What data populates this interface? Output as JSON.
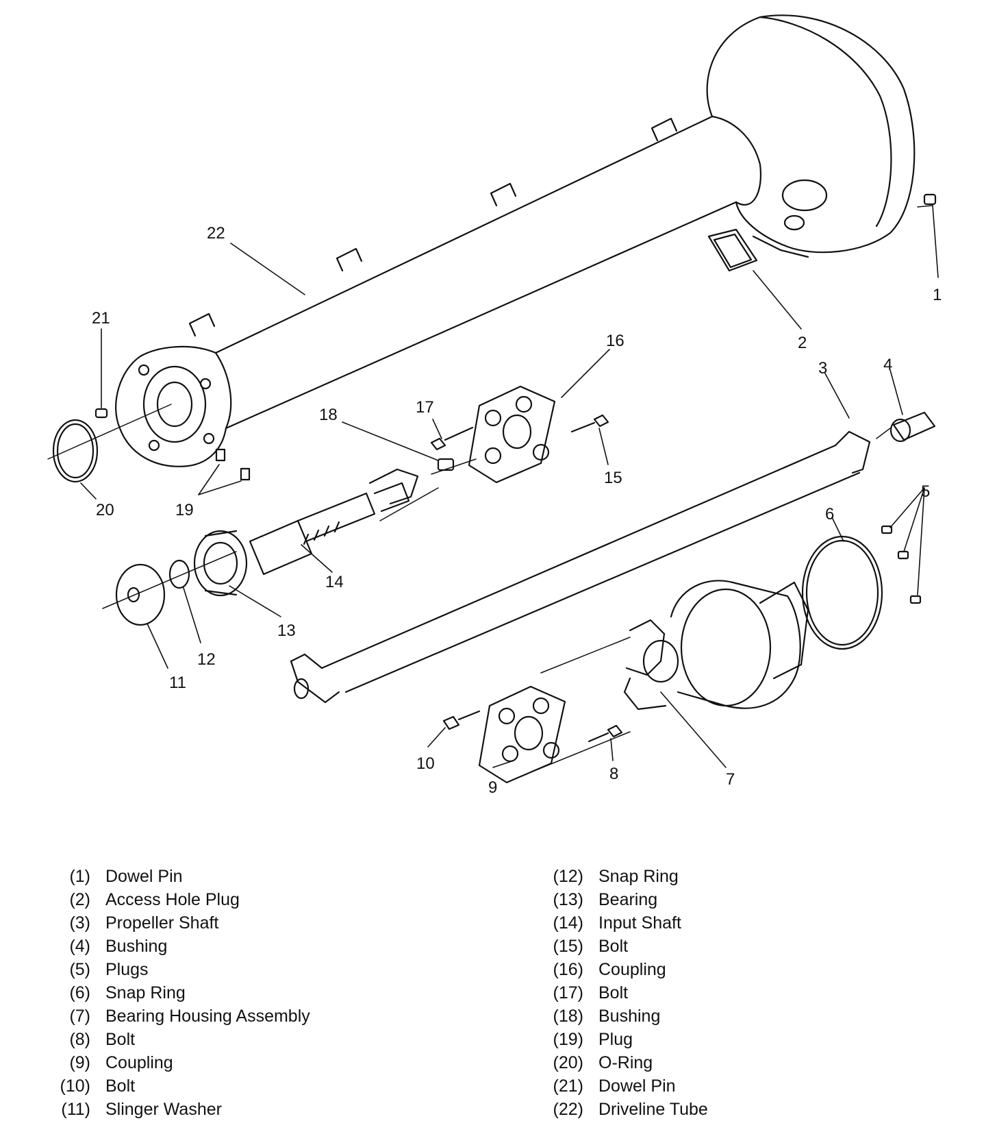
{
  "callouts": [
    "1",
    "2",
    "3",
    "4",
    "5",
    "6",
    "7",
    "8",
    "9",
    "10",
    "11",
    "12",
    "13",
    "14",
    "15",
    "16",
    "17",
    "18",
    "19",
    "20",
    "21",
    "22"
  ],
  "legend_left": [
    {
      "num": "(1)",
      "text": "Dowel Pin"
    },
    {
      "num": "(2)",
      "text": "Access Hole Plug"
    },
    {
      "num": "(3)",
      "text": "Propeller Shaft"
    },
    {
      "num": "(4)",
      "text": "Bushing"
    },
    {
      "num": "(5)",
      "text": "Plugs"
    },
    {
      "num": "(6)",
      "text": "Snap Ring"
    },
    {
      "num": "(7)",
      "text": "Bearing Housing Assembly"
    },
    {
      "num": "(8)",
      "text": "Bolt"
    },
    {
      "num": "(9)",
      "text": "Coupling"
    },
    {
      "num": "(10)",
      "text": "Bolt"
    },
    {
      "num": "(11)",
      "text": "Slinger Washer"
    }
  ],
  "legend_right": [
    {
      "num": "(12)",
      "text": "Snap Ring"
    },
    {
      "num": "(13)",
      "text": "Bearing"
    },
    {
      "num": "(14)",
      "text": "Input Shaft"
    },
    {
      "num": "(15)",
      "text": "Bolt"
    },
    {
      "num": "(16)",
      "text": "Coupling"
    },
    {
      "num": "(17)",
      "text": "Bolt"
    },
    {
      "num": "(18)",
      "text": "Bushing"
    },
    {
      "num": "(19)",
      "text": "Plug"
    },
    {
      "num": "(20)",
      "text": "O-Ring"
    },
    {
      "num": "(21)",
      "text": "Dowel Pin"
    },
    {
      "num": "(22)",
      "text": "Driveline Tube"
    }
  ]
}
